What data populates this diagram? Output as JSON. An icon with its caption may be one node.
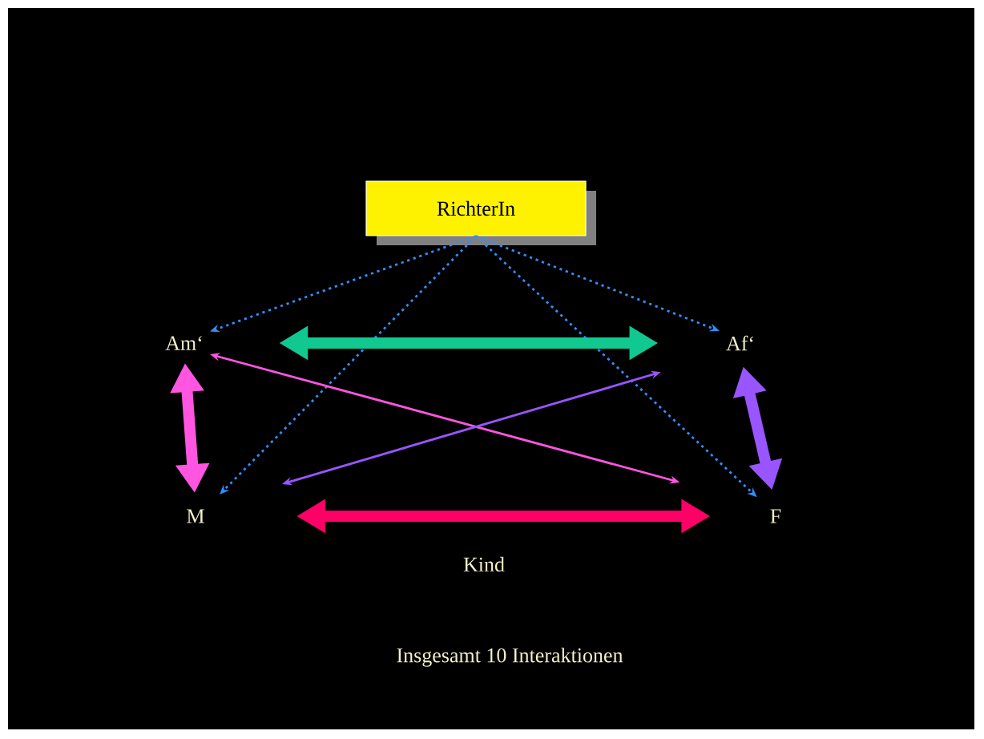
{
  "diagram": {
    "caption": "Insgesamt  10 Interaktionen",
    "nodes": [
      {
        "text": [
          "RichterIn"
        ]
      },
      {
        "text": [
          "Am‘"
        ]
      },
      {
        "text": [
          "Af‘"
        ]
      },
      {
        "text": [
          "M"
        ]
      },
      {
        "text": [
          "F"
        ]
      }
    ],
    "edges": [
      {
        "from": 0,
        "to": 1,
        "arrow": "to",
        "style": "dashed",
        "color": "#2f8fff"
      },
      {
        "from": 0,
        "to": 2,
        "arrow": "to",
        "style": "dashed",
        "color": "#2f8fff"
      },
      {
        "from": 0,
        "to": 3,
        "arrow": "to",
        "style": "dashed",
        "color": "#2f8fff"
      },
      {
        "from": 0,
        "to": 4,
        "arrow": "to",
        "style": "dashed",
        "color": "#2f8fff"
      },
      {
        "from": 1,
        "to": 2,
        "arrow": "both",
        "style": "thick",
        "color": "#10c890"
      },
      {
        "from": 1,
        "to": 3,
        "arrow": "both",
        "style": "thick",
        "color": "#ff55e0"
      },
      {
        "from": 2,
        "to": 4,
        "arrow": "both",
        "style": "thick",
        "color": "#9955ff"
      },
      {
        "from": 3,
        "to": 4,
        "arrow": "both",
        "style": "thick",
        "color": "#ff0066"
      },
      {
        "from": 1,
        "to": 4,
        "arrow": "both",
        "color": "#ff55e0"
      },
      {
        "from": 2,
        "to": 3,
        "arrow": "both",
        "color": "#9955ff"
      }
    ],
    "labels": [
      "Kind"
    ]
  }
}
